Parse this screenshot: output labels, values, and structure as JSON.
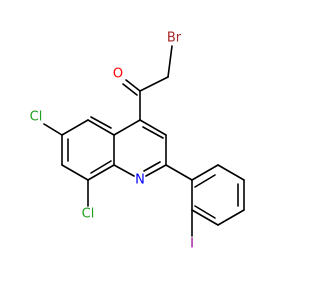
{
  "molecule": {
    "atoms": {
      "br": {
        "symbol": "Br",
        "color": "#a52a2a"
      },
      "o": {
        "symbol": "O",
        "color": "#ff0000"
      },
      "cl_upper": {
        "symbol": "Cl",
        "color": "#1fa01f"
      },
      "cl_lower": {
        "symbol": "Cl",
        "color": "#1fa01f"
      },
      "n": {
        "symbol": "N",
        "color": "#0000ff"
      },
      "i": {
        "symbol": "I",
        "color": "#940094"
      }
    }
  }
}
